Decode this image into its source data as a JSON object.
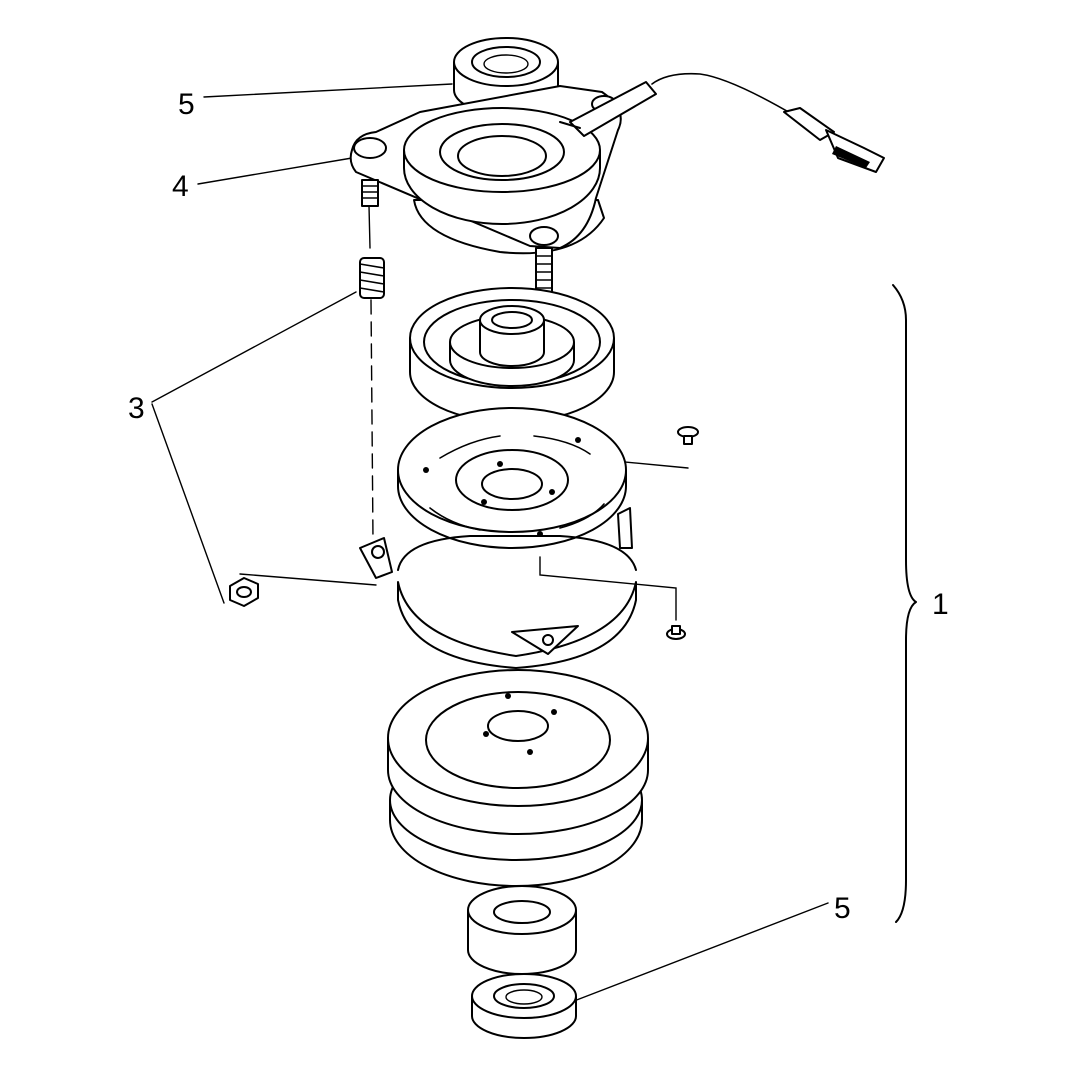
{
  "diagram": {
    "callouts": [
      {
        "id": "c5-top",
        "label": "5"
      },
      {
        "id": "c4",
        "label": "4"
      },
      {
        "id": "c3",
        "label": "3"
      },
      {
        "id": "c1",
        "label": "1"
      },
      {
        "id": "c5-bottom",
        "label": "5"
      }
    ],
    "parts": [
      "bearing-top",
      "field-coil-housing",
      "wire-lead",
      "connector-plug",
      "mounting-studs",
      "springs",
      "armature-rotor",
      "brake-plate",
      "brake-plate-rivets",
      "brake-shroud",
      "flange-nut",
      "pulley",
      "spacer-bushing",
      "bearing-bottom",
      "assembly-bracket"
    ]
  }
}
